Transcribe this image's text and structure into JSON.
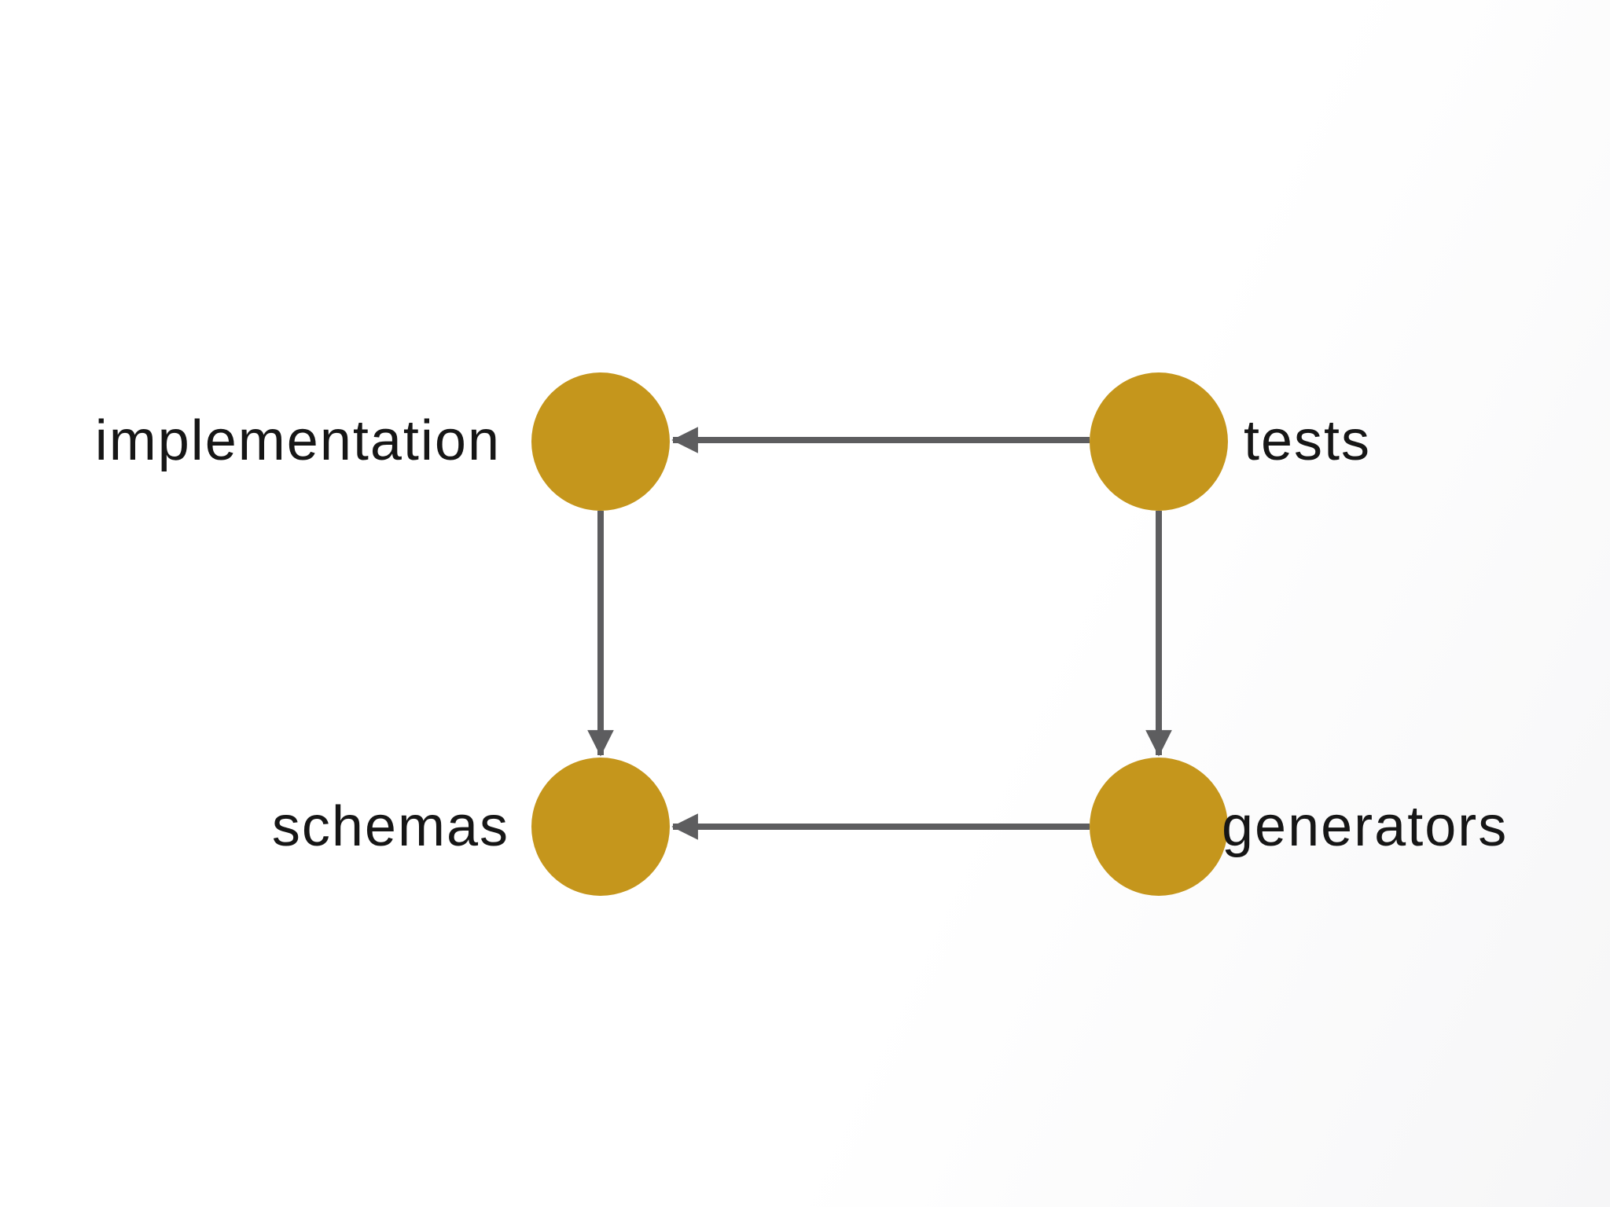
{
  "diagram": {
    "description": "dependency graph with four nodes and four directed edges",
    "nodes": [
      {
        "id": "implementation",
        "label": "implementation",
        "label_side": "left"
      },
      {
        "id": "tests",
        "label": "tests",
        "label_side": "right"
      },
      {
        "id": "schemas",
        "label": "schemas",
        "label_side": "left"
      },
      {
        "id": "generators",
        "label": "generators",
        "label_side": "right"
      }
    ],
    "edges": [
      {
        "from": "tests",
        "to": "implementation"
      },
      {
        "from": "implementation",
        "to": "schemas"
      },
      {
        "from": "tests",
        "to": "generators"
      },
      {
        "from": "generators",
        "to": "schemas"
      }
    ],
    "colors": {
      "node_fill": "#C5961C",
      "arrow": "#5D5D5F",
      "label_text": "#161616",
      "background": "#FFFFFF"
    }
  }
}
